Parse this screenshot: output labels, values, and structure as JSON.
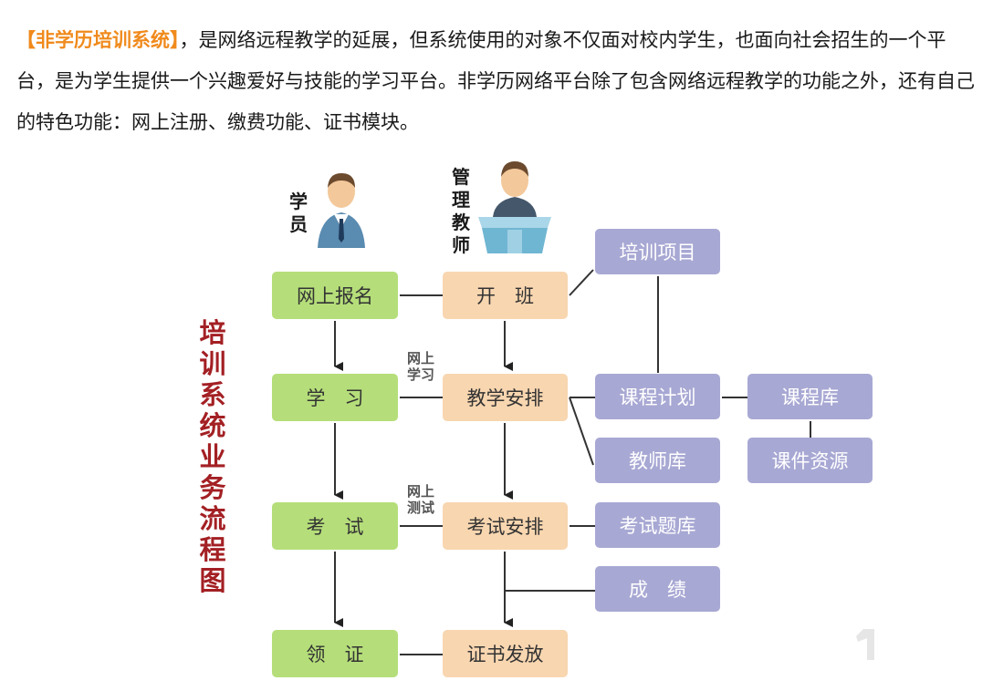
{
  "intro": {
    "highlight": "【非学历培训系统】",
    "body": "，是网络远程教学的延展，但系统使用的对象不仅面对校内学生，也面向社会招生的一个平台，是为学生提供一个兴趣爱好与技能的学习平台。非学历网络平台除了包含网络远程教学的功能之外，还有自己的特色功能：网上注册、缴费功能、证书模块。"
  },
  "diagram": {
    "side_title": "培训系统业务流程图",
    "actors": {
      "student": "学员",
      "admin_teacher": "管理教师"
    },
    "edge_labels": {
      "online_study": "网上学习",
      "online_test": "网上测试"
    },
    "student_steps": [
      "网上报名",
      "学　习",
      "考　试",
      "领　证"
    ],
    "admin_steps": [
      "开　班",
      "教学安排",
      "考试安排",
      "证书发放"
    ],
    "resources": {
      "training_project": "培训项目",
      "course_plan": "课程计划",
      "teacher_pool": "教师库",
      "course_library": "课程库",
      "courseware": "课件资源",
      "exam_bank": "考试题库",
      "scores": "成　绩"
    },
    "colors": {
      "student_box": "#b5de7a",
      "admin_box": "#f8d6b0",
      "resource_box": "#a8a8d4",
      "title": "#a32024",
      "highlight": "#f08a1c"
    }
  }
}
